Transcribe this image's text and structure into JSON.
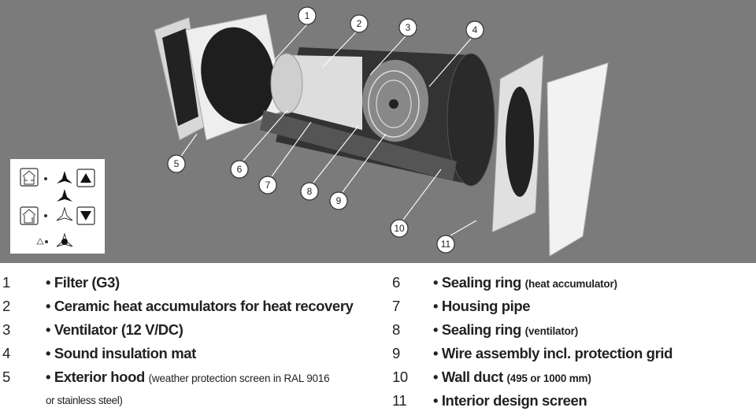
{
  "callouts": [
    "1",
    "2",
    "3",
    "4",
    "5",
    "6",
    "7",
    "8",
    "9",
    "10",
    "11"
  ],
  "legend_left": [
    {
      "num": "1",
      "label": "• Filter (G3)",
      "note": ""
    },
    {
      "num": "2",
      "label": "• Ceramic heat accumulators for heat recovery",
      "note": ""
    },
    {
      "num": "3",
      "label": "• Ventilator (12 V/DC)",
      "note": ""
    },
    {
      "num": "4",
      "label": "• Sound insulation mat",
      "note": ""
    },
    {
      "num": "5",
      "label": "• Exterior hood",
      "note": "(weather protection screen in RAL 9016",
      "note2": "or stainless steel)"
    }
  ],
  "legend_right": [
    {
      "num": "6",
      "label": "• Sealing ring",
      "note": "(heat accumulator)"
    },
    {
      "num": "7",
      "label": "• Housing pipe",
      "note": ""
    },
    {
      "num": "8",
      "label": "• Sealing ring",
      "note": "(ventilator)"
    },
    {
      "num": "9",
      "label": "• Wire assembly incl. protection grid",
      "note": ""
    },
    {
      "num": "10",
      "label": "• Wall duct",
      "note": "(495 or 1000 mm)"
    },
    {
      "num": "11",
      "label": "• Interior design screen",
      "note": ""
    }
  ],
  "control_panel": {
    "icons": [
      "house-heat-recovery-icon",
      "fan-speed-high-icon",
      "up-button-icon",
      "fan-speed-mid-icon",
      "house-ventilation-icon",
      "fan-speed-low-icon",
      "down-button-icon",
      "warning-icon",
      "fan-off-icon"
    ]
  },
  "colors": {
    "background": "#7b7b7b",
    "text": "#222222"
  }
}
